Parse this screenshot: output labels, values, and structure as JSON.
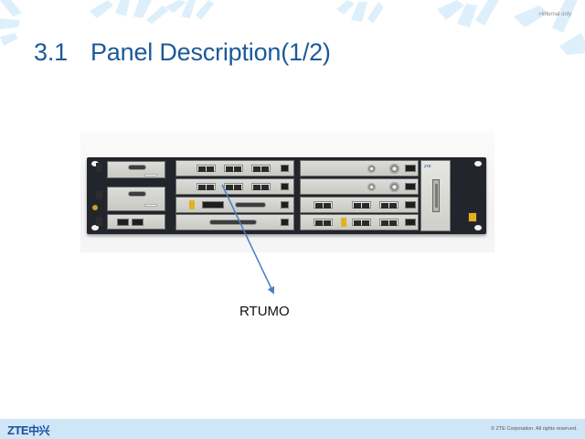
{
  "header": {
    "classification": ">Internal only",
    "section_number": "3.1",
    "title": "Panel Description(1/2)"
  },
  "figure": {
    "subject": "equipment-chassis-photo",
    "callout_label": "RTUMO",
    "arrow_color": "#4a7ec4"
  },
  "footer": {
    "logo_latin": "ZTE",
    "logo_chinese": "中兴",
    "copyright": "© ZTE Corporation. All rights reserved."
  },
  "colors": {
    "title": "#1c5a98",
    "footer_band": "#cfe6f6",
    "decoration": "#d6ecf9",
    "logo": "#1b4f9c"
  }
}
